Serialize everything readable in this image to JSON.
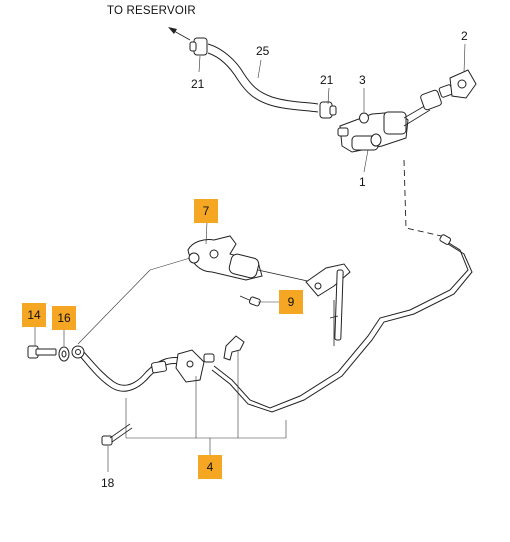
{
  "header": {
    "to_reservoir": "TO RESERVOIR"
  },
  "callouts": {
    "c25": "25",
    "c2": "2",
    "c21a": "21",
    "c21b": "21",
    "c3": "3",
    "c1": "1",
    "c7": "7",
    "c9": "9",
    "c14": "14",
    "c16": "16",
    "c4": "4",
    "c18": "18"
  },
  "colors": {
    "highlight": "#f5a623",
    "line": "#222222"
  }
}
